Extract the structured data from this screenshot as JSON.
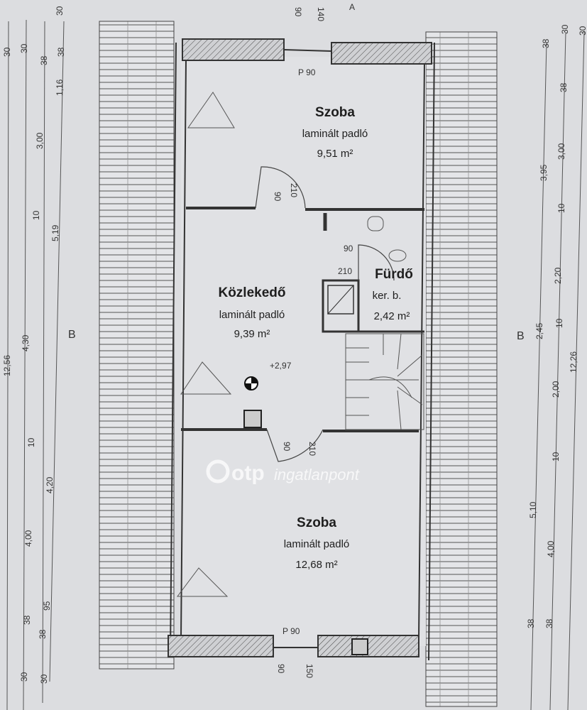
{
  "rooms": [
    {
      "name": "Szoba",
      "floor": "laminált padló",
      "area": "9,51 m²"
    },
    {
      "name": "Közlekedő",
      "floor": "laminált padló",
      "area": "9,39 m²"
    },
    {
      "name": "Fürdő",
      "floor": "ker. b.",
      "area": "2,42 m²"
    },
    {
      "name": "Szoba",
      "floor": "laminált padló",
      "area": "12,68 m²"
    }
  ],
  "annotations": {
    "window_top": "P 90",
    "window_bottom": "P 90",
    "level": "+2,97",
    "section_a": "A",
    "section_b_left": "B",
    "section_b_right": "B",
    "doors": [
      "90",
      "210",
      "90",
      "210",
      "90",
      "210"
    ],
    "top_dims": [
      "90",
      "140"
    ],
    "bottom_dims": [
      "90",
      "150"
    ]
  },
  "dims_left": [
    "30",
    "30",
    "38",
    "30",
    "38",
    "1,16",
    "3,00",
    "10",
    "5,19",
    "4,30",
    "12,56",
    "10",
    "4,20",
    "4,00",
    "95",
    "38",
    "38",
    "30",
    "30"
  ],
  "dims_right": [
    "38",
    "30",
    "30",
    "38",
    "3,95",
    "3,00",
    "10",
    "2,20",
    "2,45",
    "10",
    "12,26",
    "2,00",
    "10",
    "5,10",
    "4,00",
    "38",
    "38"
  ],
  "watermark": {
    "brand": "otp",
    "suffix": "ingatlanpont"
  }
}
